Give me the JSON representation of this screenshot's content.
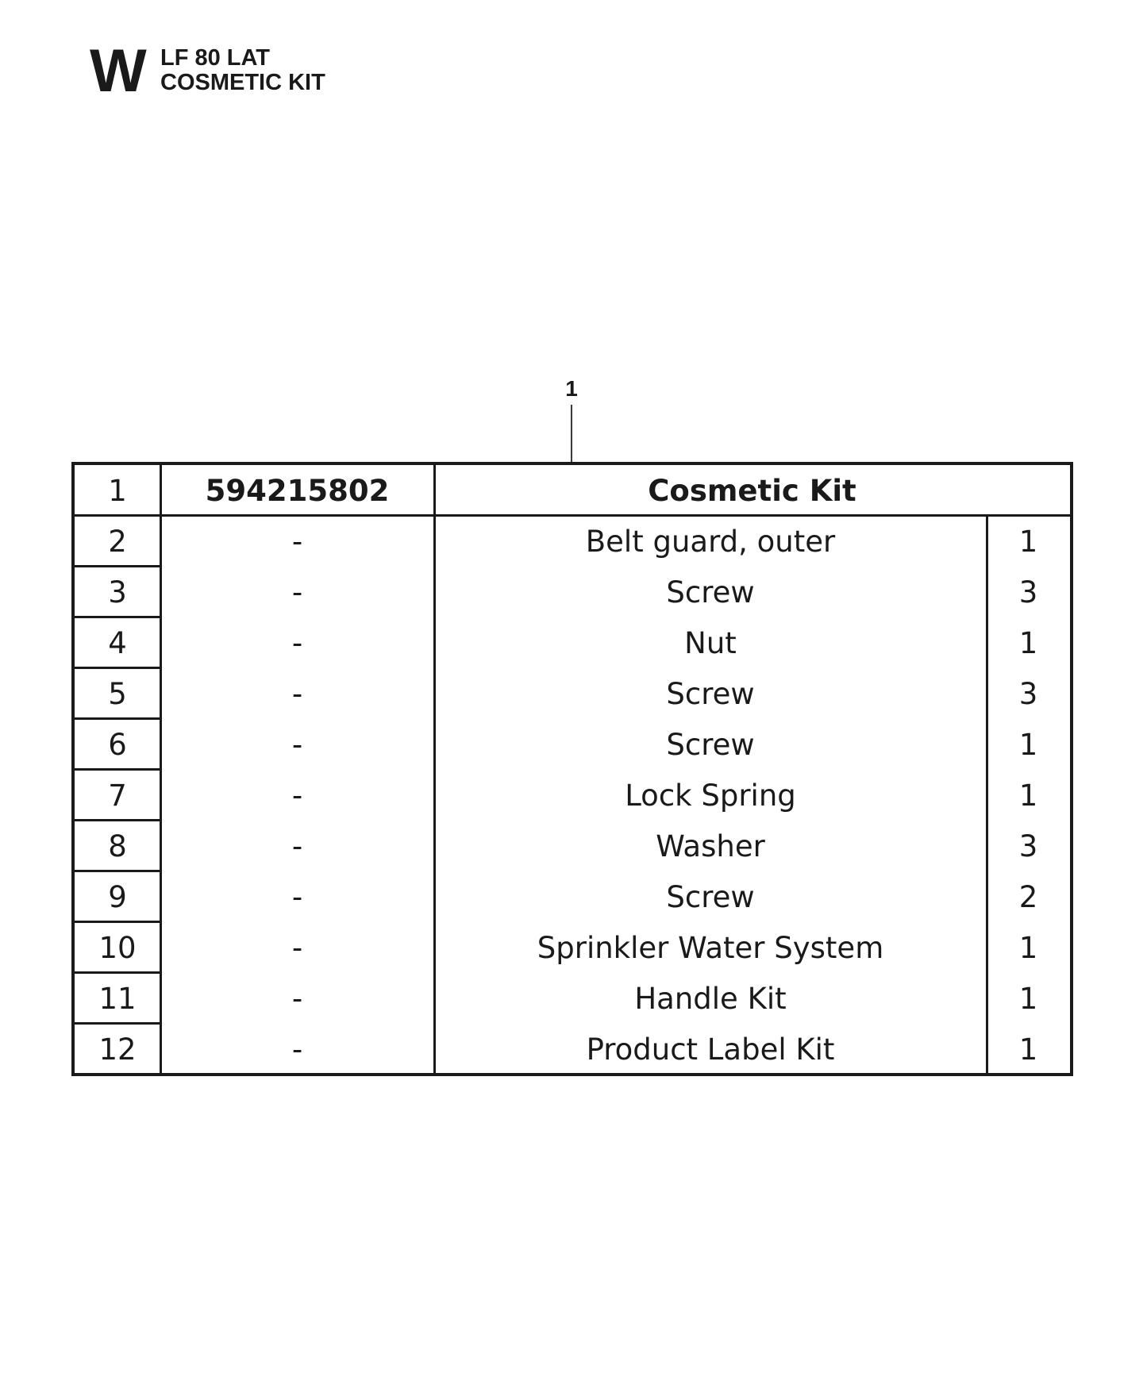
{
  "header": {
    "section_letter": "W",
    "model": "LF 80 LAT",
    "subtitle": "COSMETIC KIT"
  },
  "callout": {
    "number": "1"
  },
  "parts_table": {
    "kit_row": {
      "pos": "1",
      "part_number": "594215802",
      "description": "Cosmetic Kit"
    },
    "rows": [
      {
        "pos": "2",
        "part_number": "-",
        "description": "Belt guard, outer",
        "qty": "1"
      },
      {
        "pos": "3",
        "part_number": "-",
        "description": "Screw",
        "qty": "3"
      },
      {
        "pos": "4",
        "part_number": "-",
        "description": "Nut",
        "qty": "1"
      },
      {
        "pos": "5",
        "part_number": "-",
        "description": "Screw",
        "qty": "3"
      },
      {
        "pos": "6",
        "part_number": "-",
        "description": "Screw",
        "qty": "1"
      },
      {
        "pos": "7",
        "part_number": "-",
        "description": "Lock Spring",
        "qty": "1"
      },
      {
        "pos": "8",
        "part_number": "-",
        "description": "Washer",
        "qty": "3"
      },
      {
        "pos": "9",
        "part_number": "-",
        "description": "Screw",
        "qty": "2"
      },
      {
        "pos": "10",
        "part_number": "-",
        "description": "Sprinkler Water System",
        "qty": "1"
      },
      {
        "pos": "11",
        "part_number": "-",
        "description": "Handle Kit",
        "qty": "1"
      },
      {
        "pos": "12",
        "part_number": "-",
        "description": "Product Label Kit",
        "qty": "1"
      }
    ]
  }
}
